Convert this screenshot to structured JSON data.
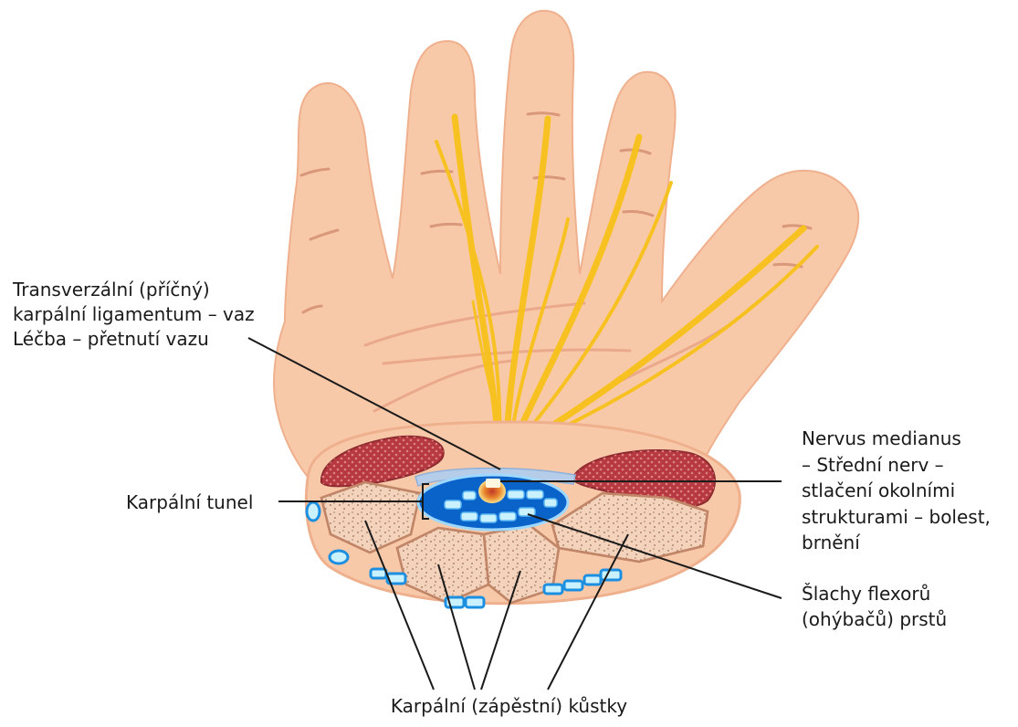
{
  "labels": {
    "ligament": [
      "Transverzální (příčný)",
      "karpální ligamentum – vaz",
      "Léčba – přetnutí vazu"
    ],
    "tunnel": "Karpální tunel",
    "nerve": [
      "Nervus medianus",
      "– Střední nerv –",
      "stlačení okolními",
      "strukturami – bolest,",
      "brnění"
    ],
    "tendons": [
      "Šlachy flexorů",
      "(ohýbačů) prstů"
    ],
    "bones": "Karpální (zápěstní) kůstky"
  },
  "colors": {
    "skin": "#f8c9a9",
    "skin_outline": "#efb08e",
    "crease": "#d99879",
    "nerve": "#f7c21a",
    "muscle": "#b5393f",
    "tendon_fill": "#c9f1ff",
    "tendon_stroke": "#1d8fe0",
    "tunnel": "#0a63c9",
    "bone": "#f4d3bd",
    "bone_outline": "#c08667",
    "leader": "#1a1a1a"
  }
}
